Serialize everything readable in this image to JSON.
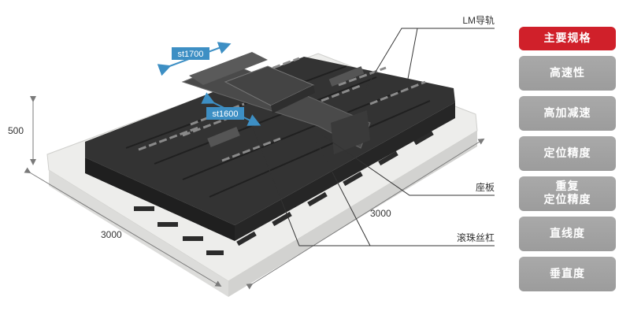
{
  "dimensions": {
    "height_label": "500",
    "length_label": "3000",
    "width_label": "3000"
  },
  "strokes": {
    "x_label": "st1700",
    "y_label": "st1600"
  },
  "callouts": {
    "lm_guide": "LM导轨",
    "base_plate": "座板",
    "ball_screw": "滚珠丝杠"
  },
  "menu": {
    "items": [
      {
        "label": "主要规格",
        "active": true
      },
      {
        "label": "高速性",
        "active": false
      },
      {
        "label": "高加减速",
        "active": false
      },
      {
        "label": "定位精度",
        "active": false
      },
      {
        "label": "重复\n定位精度",
        "active": false
      },
      {
        "label": "直线度",
        "active": false
      },
      {
        "label": "垂直度",
        "active": false
      }
    ]
  },
  "colors": {
    "accent": "#d0202a",
    "button": "#a3a3a3",
    "stroke_badge": "#3d8fc4",
    "granite": "#2b2b2b"
  }
}
